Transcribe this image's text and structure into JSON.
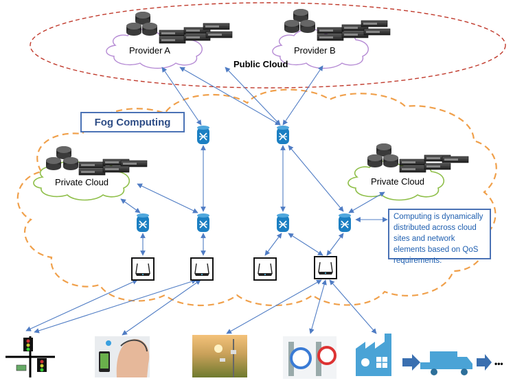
{
  "public_cloud": {
    "label": "Public Cloud"
  },
  "providers": [
    {
      "label": "Provider A"
    },
    {
      "label": "Provider B"
    }
  ],
  "fog": {
    "label": "Fog Computing"
  },
  "private_clouds": [
    {
      "label": "Private Cloud"
    },
    {
      "label": "Private Cloud"
    }
  ],
  "note": {
    "text": "Computing is dynamically distributed across cloud sites and network elements based on QoS requirements."
  },
  "devices": {
    "ellipsis": "•••"
  },
  "icons": {
    "router": "router-icon",
    "access_point": "wireless-access-point-icon",
    "server": "server-rack-icon",
    "database": "database-icon",
    "traffic_light": "traffic-light-icon",
    "smartphone_head": "wearable-health-icon",
    "field": "smart-farming-icon",
    "meter": "water-meter-icon",
    "factory": "factory-icon",
    "truck": "delivery-truck-icon"
  },
  "colors": {
    "public_cloud_ring": "#c0392b",
    "fog_outline": "#f0a04b",
    "cloud_outline": "#8fbf4a",
    "link": "#4f7cc4",
    "router": "#1b7fc2"
  }
}
